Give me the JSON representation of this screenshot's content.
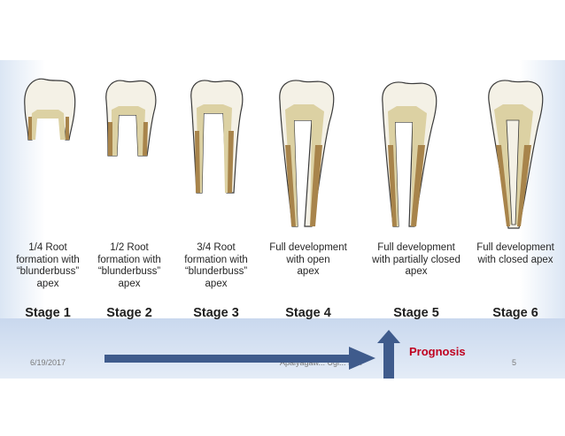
{
  "stages": [
    {
      "desc": "1/4 Root\nformation with\n“blunderbuss”\napex",
      "label": "Stage 1"
    },
    {
      "desc": "1/2 Root\nformation with\n“blunderbuss”\napex",
      "label": "Stage 2"
    },
    {
      "desc": "3/4 Root\nformation with\n“blunderbuss”\napex",
      "label": "Stage 3"
    },
    {
      "desc": "Full development\nwith open\napex",
      "label": "Stage 4"
    },
    {
      "desc": "Full development\nwith partially closed\napex",
      "label": "Stage 5"
    },
    {
      "desc": "Full development\nwith closed apex",
      "label": "Stage 6"
    }
  ],
  "footer": {
    "date": "6/19/2017",
    "author": "Apaiyagaw...   Ugi... E.L.",
    "page": "5"
  },
  "prognosis": "Prognosis",
  "colors": {
    "enamel": "#f4f1e6",
    "dentin": "#dcd1a3",
    "cementum": "#a8844b",
    "outline": "#3a3a3a",
    "arrow": "#3f5b8c",
    "prognosis": "#c0001f"
  }
}
